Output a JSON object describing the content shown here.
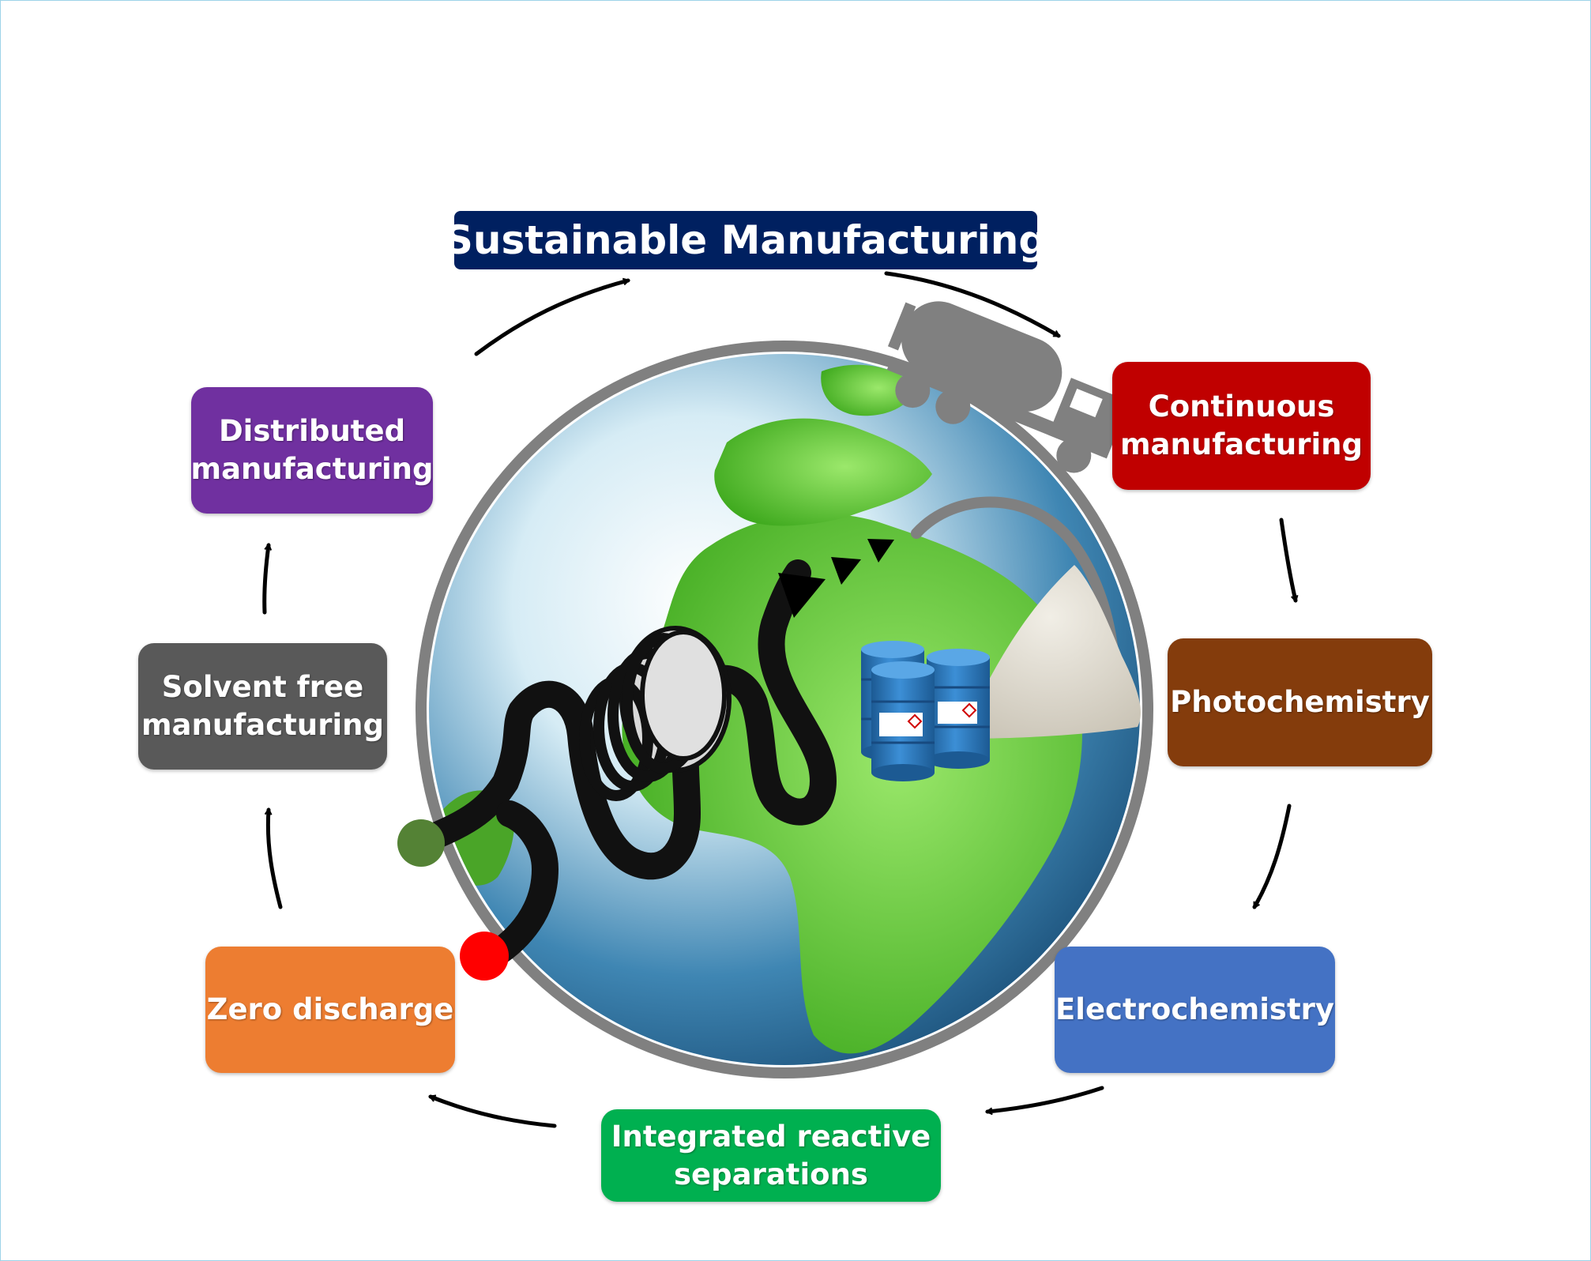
{
  "diagram": {
    "title": "Sustainable Manufacturing",
    "nodes": [
      {
        "id": "continuous",
        "label": "Continuous\nmanufacturing",
        "color": "#c00000"
      },
      {
        "id": "photochemistry",
        "label": "Photochemistry",
        "color": "#843c0c"
      },
      {
        "id": "electrochemistry",
        "label": "Electrochemistry",
        "color": "#4472c4"
      },
      {
        "id": "integrated",
        "label": "Integrated reactive\nseparations",
        "color": "#00b050"
      },
      {
        "id": "zero-discharge",
        "label": "Zero discharge",
        "color": "#ed7d31"
      },
      {
        "id": "solvent-free",
        "label": "Solvent free\nmanufacturing",
        "color": "#595959"
      },
      {
        "id": "distributed",
        "label": "Distributed\nmanufacturing",
        "color": "#7030a0"
      }
    ],
    "colors": {
      "title_bg": "#002060",
      "ring": "#808080",
      "arrow": "#000000",
      "ocean": "#1f5f8b",
      "land": "#5fc42b",
      "drum": "#2e75b6",
      "inlet_dot": "#548235",
      "outlet_dot": "#ff0000"
    },
    "icons": [
      "globe-illustration",
      "tanker-truck-icon",
      "coil-reactor-icon",
      "chemical-drums-icon",
      "powder-pile-icon"
    ]
  }
}
